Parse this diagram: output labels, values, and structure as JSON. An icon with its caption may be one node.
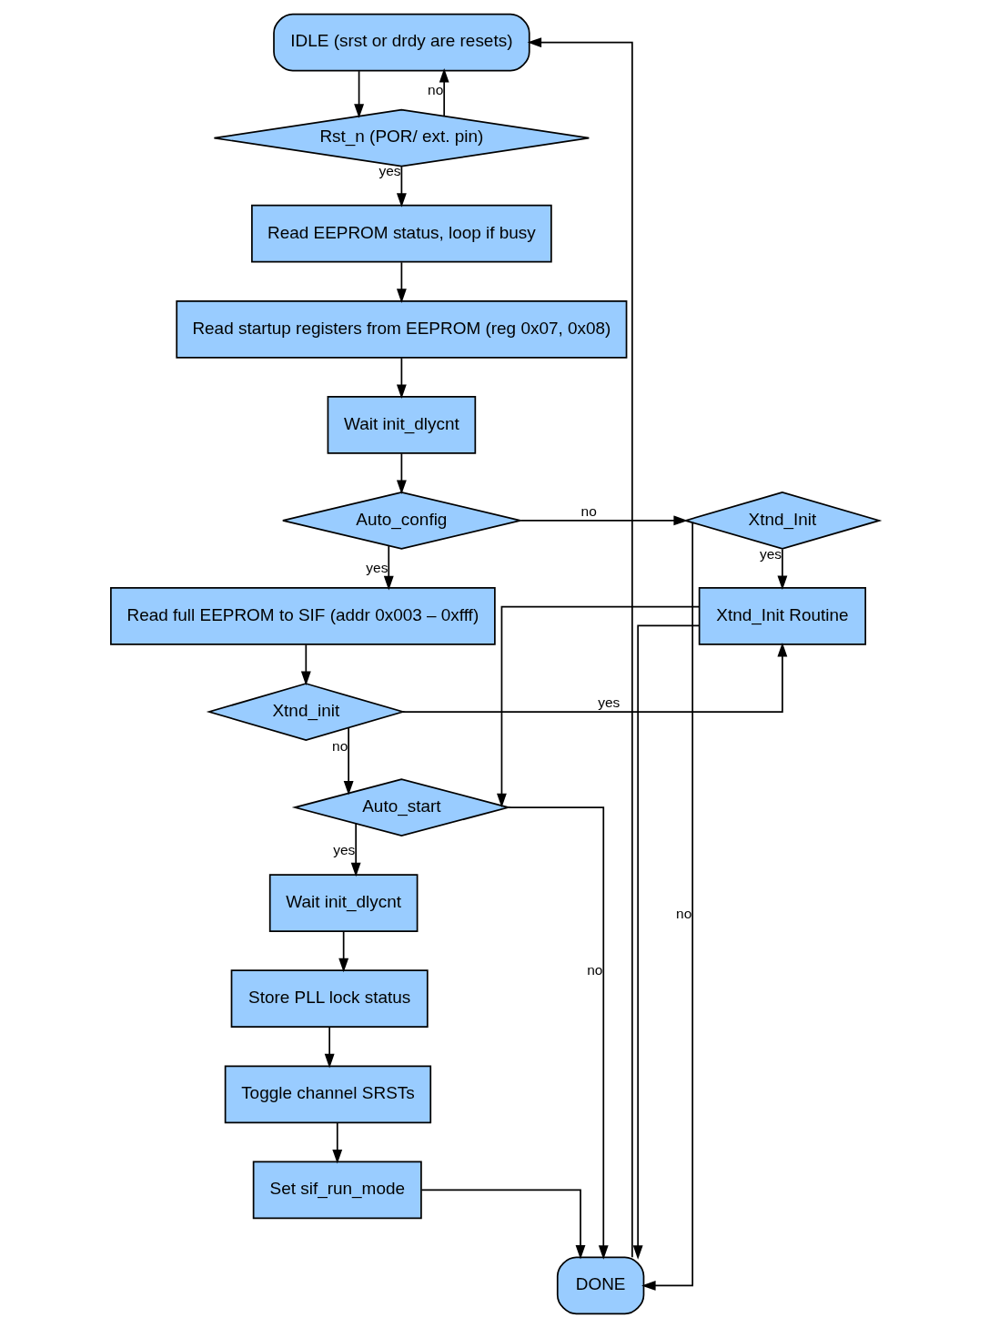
{
  "diagram": {
    "nodes": [
      {
        "text": [
          "IDLE (srst or drdy are resets)"
        ]
      },
      {
        "text": [
          "Rst_n (POR/ ext. pin)"
        ]
      },
      {
        "text": [
          "Read EEPROM status, loop if busy"
        ]
      },
      {
        "text": [
          "Read startup registers from EEPROM (reg 0x07, 0x08)"
        ]
      },
      {
        "text": [
          "Wait init_dlycnt"
        ]
      },
      {
        "text": [
          "Auto_config"
        ]
      },
      {
        "text": [
          "Xtnd_Init"
        ]
      },
      {
        "text": [
          "Read full EEPROM to SIF (addr 0x003 – 0xfff)"
        ]
      },
      {
        "text": [
          "Xtnd_Init Routine"
        ]
      },
      {
        "text": [
          "Xtnd_init"
        ]
      },
      {
        "text": [
          "Auto_start"
        ]
      },
      {
        "text": [
          "Wait init_dlycnt"
        ]
      },
      {
        "text": [
          "Store PLL lock status"
        ]
      },
      {
        "text": [
          "Toggle channel SRSTs"
        ]
      },
      {
        "text": [
          "Set sif_run_mode"
        ]
      },
      {
        "text": [
          "DONE"
        ]
      }
    ],
    "edges": [
      {
        "from": 0,
        "to": 1,
        "arrow": "to"
      },
      {
        "from": 1,
        "to": 0,
        "label": "no",
        "arrow": "to"
      },
      {
        "from": 1,
        "to": 2,
        "label": "yes",
        "arrow": "to"
      },
      {
        "from": 2,
        "to": 3,
        "arrow": "to"
      },
      {
        "from": 3,
        "to": 4,
        "arrow": "to"
      },
      {
        "from": 4,
        "to": 5,
        "arrow": "to"
      },
      {
        "from": 5,
        "to": 6,
        "label": "no",
        "arrow": "to"
      },
      {
        "from": 5,
        "to": 7,
        "label": "yes",
        "arrow": "to"
      },
      {
        "from": 6,
        "to": 8,
        "label": "yes",
        "arrow": "to"
      },
      {
        "from": 6,
        "to": 15,
        "label": "no",
        "arrow": "to"
      },
      {
        "from": 7,
        "to": 9,
        "arrow": "to"
      },
      {
        "from": 9,
        "to": 8,
        "label": "yes",
        "arrow": "to"
      },
      {
        "from": 9,
        "to": 10,
        "label": "no",
        "arrow": "to"
      },
      {
        "from": 8,
        "to": 10,
        "arrow": "to"
      },
      {
        "from": 8,
        "to": 15,
        "arrow": "to"
      },
      {
        "from": 10,
        "to": 15,
        "label": "no",
        "arrow": "to"
      },
      {
        "from": 10,
        "to": 11,
        "label": "yes",
        "arrow": "to"
      },
      {
        "from": 11,
        "to": 12,
        "arrow": "to"
      },
      {
        "from": 12,
        "to": 13,
        "arrow": "to"
      },
      {
        "from": 13,
        "to": 14,
        "arrow": "to"
      },
      {
        "from": 14,
        "to": 15,
        "arrow": "to"
      },
      {
        "from": 15,
        "to": 0,
        "arrow": "to"
      }
    ]
  }
}
